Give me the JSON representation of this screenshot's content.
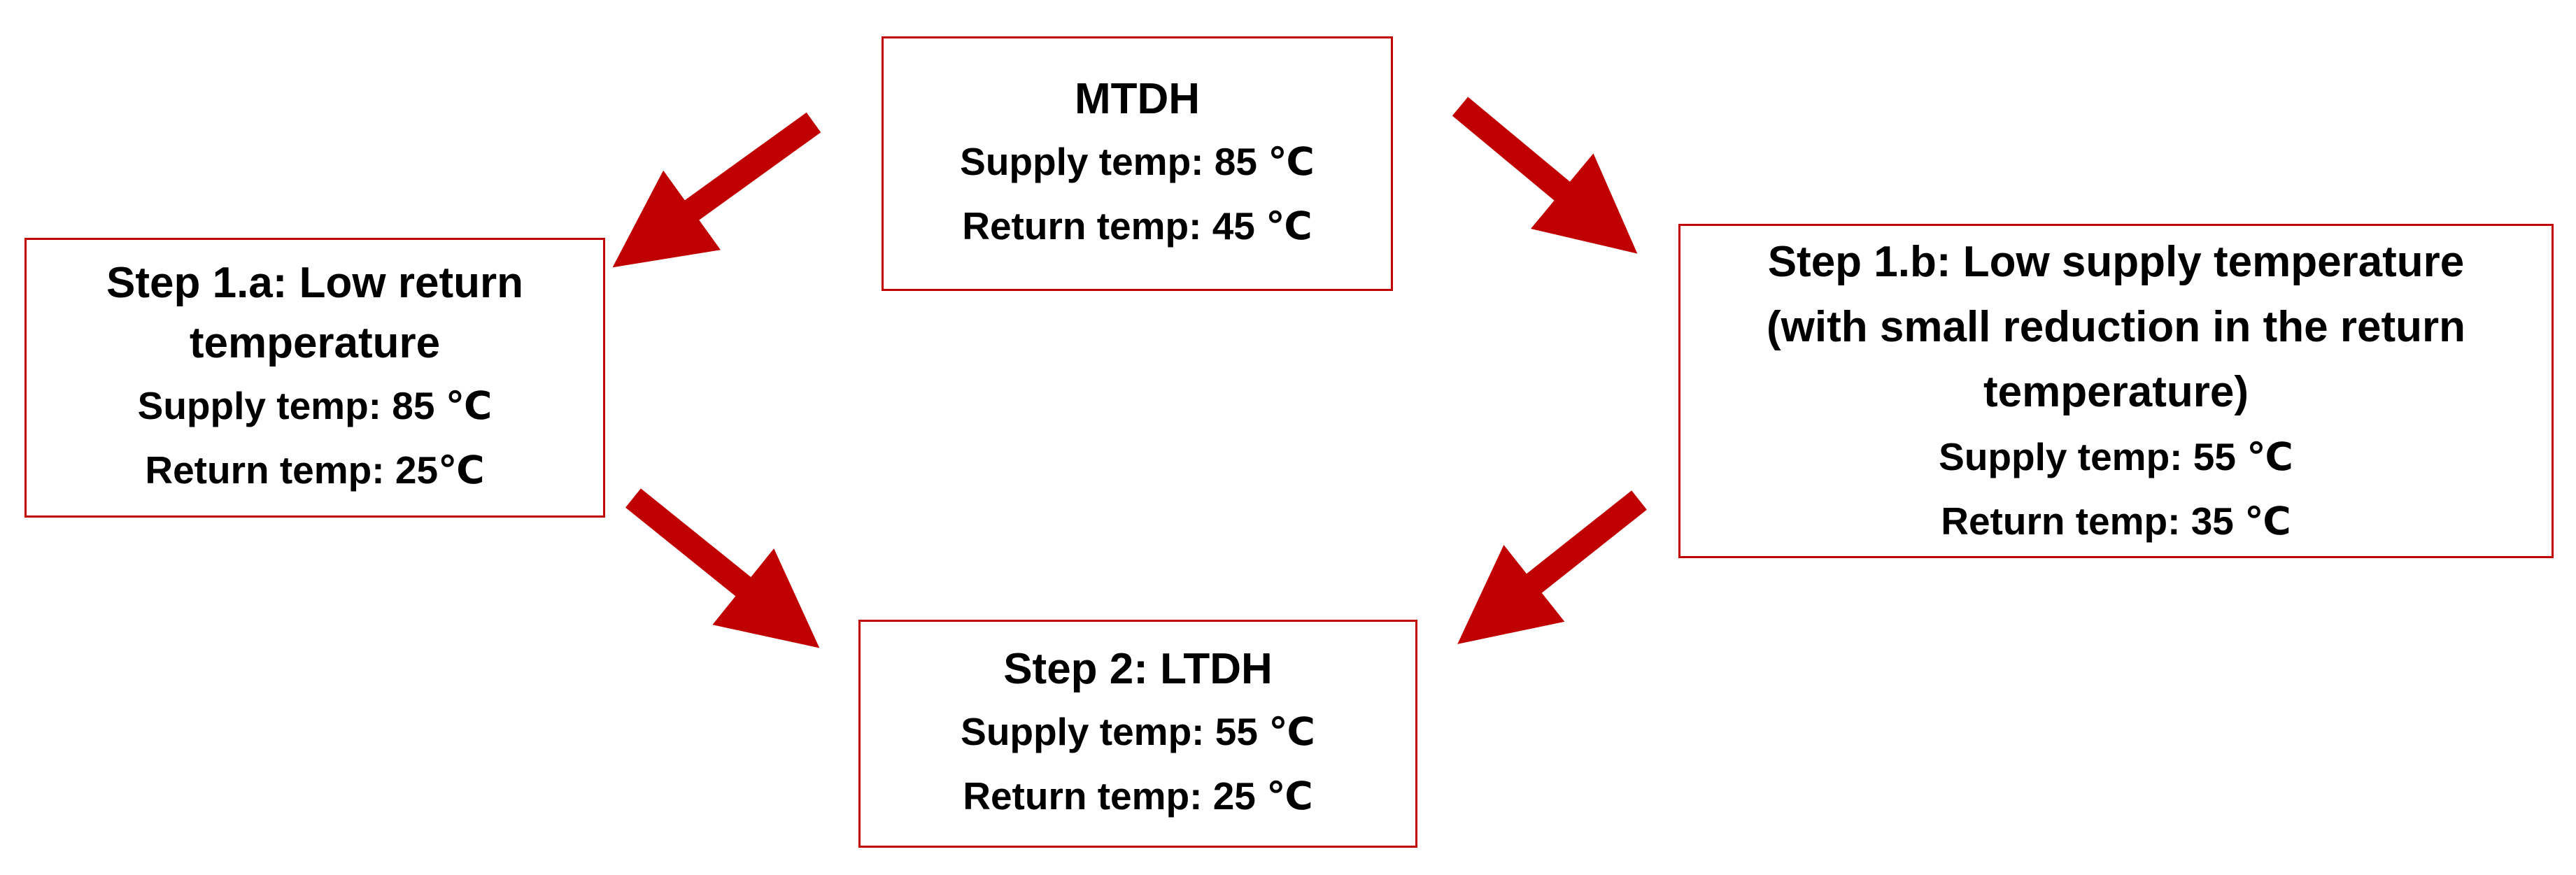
{
  "colors": {
    "border": "#c00000",
    "arrow": "#c00000",
    "text": "#000000"
  },
  "nodes": {
    "mtdh": {
      "title": "MTDH",
      "supply": "Supply temp: 85 ℃",
      "return": "Return temp: 45 ℃"
    },
    "step1a": {
      "title": "Step 1.a: Low return\ntemperature",
      "supply": "Supply temp: 85 ℃",
      "return": "Return temp: 25℃"
    },
    "step1b": {
      "title": "Step 1.b: Low supply temperature\n(with small reduction in the return\ntemperature)",
      "supply": "Supply temp: 55 ℃",
      "return": "Return temp: 35 ℃"
    },
    "step2": {
      "title": "Step 2: LTDH",
      "supply": "Supply temp: 55 ℃",
      "return": "Return temp: 25 ℃"
    }
  },
  "arrows": [
    {
      "from": "mtdh",
      "to": "step1a"
    },
    {
      "from": "mtdh",
      "to": "step1b"
    },
    {
      "from": "step1a",
      "to": "step2"
    },
    {
      "from": "step1b",
      "to": "step2"
    }
  ]
}
